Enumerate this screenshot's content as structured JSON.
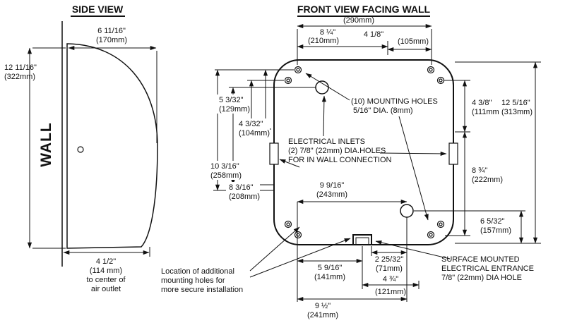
{
  "colors": {
    "ink": "#111111",
    "background": "#ffffff"
  },
  "side_view": {
    "title": "SIDE VIEW",
    "wall": "WALL",
    "dims": {
      "d170_in": "6 11/16\"",
      "d170_mm": "(170mm)",
      "d322_in": "12 11/16\"",
      "d322_mm": "(322mm)",
      "d114_in": "4 1/2\"",
      "d114_mm": "(114 mm)",
      "d114_note1": "to center of",
      "d114_note2": "air outlet"
    }
  },
  "front_view": {
    "title": "FRONT VIEW FACING WALL",
    "dims": {
      "d290_mm": "(290mm)",
      "d210_in": "8 ¼\"",
      "d210_mm": "(210mm)",
      "d105_in": "4 1/8\"",
      "d105_mm": "(105mm)",
      "d129_in": "5 3/32\"",
      "d129_mm": "(129mm)",
      "d104_in": "4 3/32\"",
      "d104_mm": "(104mm)",
      "d258_in": "10 3/16\"",
      "d258_mm": "(258mm)",
      "d208_in": "8 3/16\"",
      "d208_mm": "(208mm)",
      "d243_in": "9 9/16\"",
      "d243_mm": "(243mm)",
      "d111_in": "4 3/8\"",
      "d111_mm": "(111mm)",
      "d313_in": "12 5/16\"",
      "d313_mm": "(313mm)",
      "d222_in": "8 ¾\"",
      "d222_mm": "(222mm)",
      "d157_in": "6 5/32\"",
      "d157_mm": "(157mm)",
      "d71_in": "2 25/32\"",
      "d71_mm": "(71mm)",
      "d141_in": "5 9/16\"",
      "d141_mm": "(141mm)",
      "d121_in": "4 ¾\"",
      "d121_mm": "(121mm)",
      "d241_in": "9 ½\"",
      "d241_mm": "(241mm)"
    },
    "notes": {
      "mounting_1": "(10) MOUNTING HOLES",
      "mounting_2": "5/16\" DIA. (8mm)",
      "electrical_1": "ELECTRICAL INLETS",
      "electrical_2": "(2) 7/8\" (22mm) DIA.HOLES",
      "electrical_3": "FOR IN WALL CONNECTION",
      "additional_1": "Location of additional",
      "additional_2": "mounting holes for",
      "additional_3": "more secure installation",
      "surface_1": "SURFACE MOUNTED",
      "surface_2": "ELECTRICAL ENTRANCE",
      "surface_3": "7/8\" (22mm) DIA HOLE"
    }
  }
}
